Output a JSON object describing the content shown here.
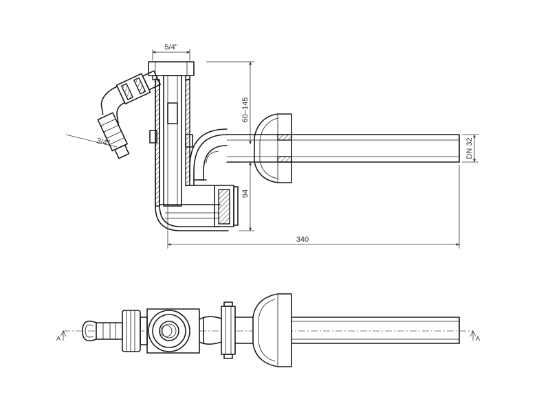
{
  "dimensions": {
    "thread_top": "5/4\"",
    "thread_side": "3/4\"",
    "height_range": "60–145",
    "pipe_dn": "DN 32",
    "trap_height": "94",
    "total_length": "340"
  },
  "section_marks": {
    "left": "A",
    "right": "A"
  }
}
